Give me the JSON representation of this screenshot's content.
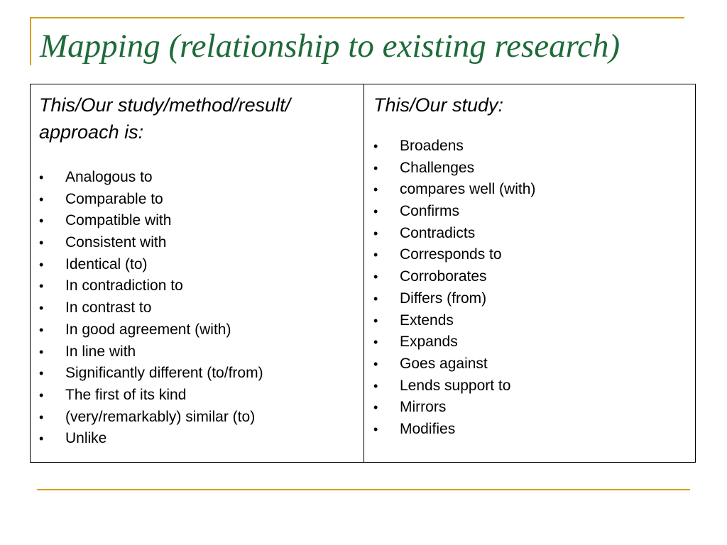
{
  "slide": {
    "title": "Mapping (relationship to existing research)"
  },
  "colors": {
    "title_green": "#1e6b3a",
    "rule_gold": "#d4a017",
    "border": "#000000"
  },
  "table": {
    "left": {
      "heading": "This/Our study/method/result/ approach is:",
      "items": [
        "Analogous to",
        "Comparable to",
        "Compatible with",
        "Consistent with",
        "Identical (to)",
        "In contradiction to",
        "In contrast to",
        "In good agreement (with)",
        "In line with",
        "Significantly different (to/from)",
        "The first of its kind",
        "(very/remarkably) similar (to)",
        "Unlike"
      ]
    },
    "right": {
      "heading": "This/Our study:",
      "items": [
        "Broadens",
        "Challenges",
        "compares well (with)",
        "Confirms",
        "Contradicts",
        "Corresponds to",
        "Corroborates",
        "Differs (from)",
        "Extends",
        "Expands",
        "Goes against",
        "Lends support to",
        "Mirrors",
        "Modifies"
      ]
    }
  }
}
